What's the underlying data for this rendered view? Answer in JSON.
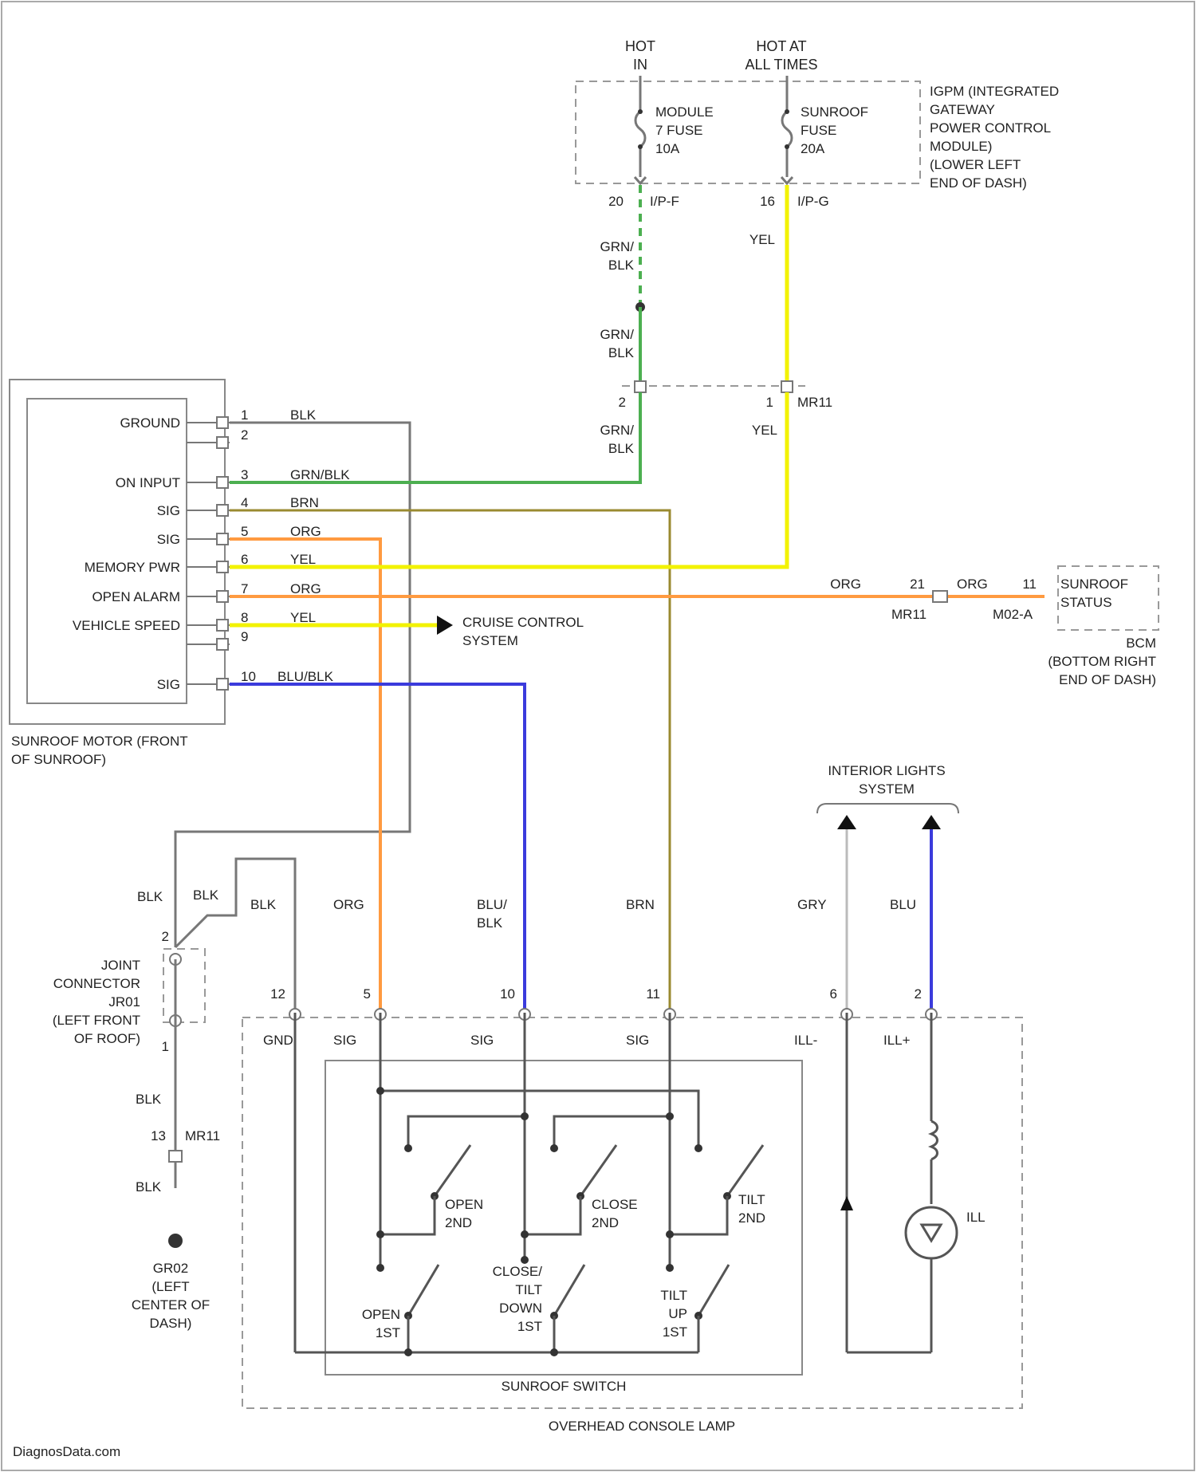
{
  "fuse_block": {
    "hot_in": "HOT\nIN",
    "hot_at_all_times": "HOT AT\nALL TIMES",
    "module_fuse": "MODULE\n7 FUSE\n10A",
    "sunroof_fuse": "SUNROOF\nFUSE\n20A",
    "igpm_label": "IGPM (INTEGRATED\nGATEWAY\nPOWER CONTROL\nMODULE)\n(LOWER LEFT\nEND OF DASH)",
    "pin_left": "20",
    "conn_left": "I/P-F",
    "pin_right": "16",
    "conn_right": "I/P-G"
  },
  "upper_wires": {
    "grn_blk_1": "GRN/\nBLK",
    "grn_blk_2": "GRN/\nBLK",
    "grn_blk_3": "GRN/\nBLK",
    "yel_1": "YEL",
    "yel_2": "YEL",
    "mr11_pin2": "2",
    "mr11_pin1": "1",
    "mr11": "MR11"
  },
  "motor": {
    "title": "SUNROOF MOTOR (FRONT\nOF SUNROOF)",
    "pins": [
      {
        "label": "GROUND",
        "num": "1",
        "wire": "BLK"
      },
      {
        "label": "",
        "num": "2",
        "wire": ""
      },
      {
        "label": "ON INPUT",
        "num": "3",
        "wire": "GRN/BLK"
      },
      {
        "label": "SIG",
        "num": "4",
        "wire": "BRN"
      },
      {
        "label": "SIG",
        "num": "5",
        "wire": "ORG"
      },
      {
        "label": "MEMORY PWR",
        "num": "6",
        "wire": "YEL"
      },
      {
        "label": "OPEN ALARM",
        "num": "7",
        "wire": "ORG"
      },
      {
        "label": "VEHICLE SPEED",
        "num": "8",
        "wire": "YEL"
      },
      {
        "label": "",
        "num": "9",
        "wire": ""
      },
      {
        "label": "SIG",
        "num": "10",
        "wire": "BLU/BLK"
      }
    ]
  },
  "bcm": {
    "org_left": "ORG",
    "pin_21": "21",
    "mr11": "MR11",
    "org_right": "ORG",
    "pin_11": "11",
    "m02a": "M02-A",
    "status": "SUNROOF\nSTATUS",
    "label": "BCM\n(BOTTOM RIGHT\nEND OF DASH)"
  },
  "cruise": "CRUISE CONTROL\nSYSTEM",
  "interior": "INTERIOR LIGHTS\nSYSTEM",
  "lower_wires": {
    "blk_a": "BLK",
    "blk_b": "BLK",
    "blk_c": "BLK",
    "org": "ORG",
    "blu_blk": "BLU/\nBLK",
    "brn": "BRN",
    "gry": "GRY",
    "blu": "BLU"
  },
  "joint": {
    "pin_top": "2",
    "label": "JOINT\nCONNECTOR\nJR01\n(LEFT FRONT\nOF ROOF)",
    "pin_bot": "1",
    "blk_1": "BLK",
    "pin_13": "13",
    "mr11": "MR11",
    "blk_2": "BLK",
    "ground": "GR02\n(LEFT\nCENTER OF\nDASH)"
  },
  "console": {
    "pins": [
      "12",
      "5",
      "10",
      "11",
      "6",
      "2"
    ],
    "terms": [
      "GND",
      "SIG",
      "SIG",
      "SIG",
      "ILL-",
      "ILL+"
    ],
    "open_2nd": "OPEN\n2ND",
    "close_2nd": "CLOSE\n2ND",
    "tilt_2nd": "TILT\n2ND",
    "open_1st": "OPEN\n1ST",
    "close_tilt_down": "CLOSE/\nTILT\nDOWN\n1ST",
    "tilt_up": "TILT\nUP\n1ST",
    "ill": "ILL",
    "switch_label": "SUNROOF SWITCH",
    "lamp_label": "OVERHEAD CONSOLE LAMP"
  },
  "watermark": "DiagnosData.com"
}
